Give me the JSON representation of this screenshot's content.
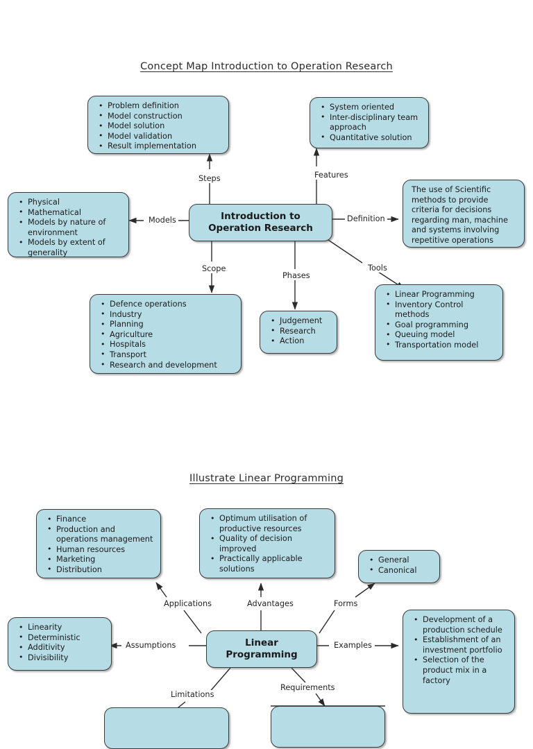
{
  "page": {
    "background": "#ffffff",
    "node_fill": "#b6dce5",
    "node_border": "#3a3a3a",
    "line_color": "#2a2a2a"
  },
  "diagram1": {
    "title": "Concept Map Introduction to Operation Research",
    "center": "Introduction to\nOperation Research",
    "center_line1": "Introduction to",
    "center_line2": "Operation Research",
    "edges": {
      "steps": "Steps",
      "features": "Features",
      "models": "Models",
      "definition": "Definition",
      "scope": "Scope",
      "phases": "Phases",
      "tools": "Tools"
    },
    "nodes": {
      "steps": {
        "items": [
          "Problem definition",
          "Model construction",
          "Model solution",
          "Model validation",
          "Result implementation"
        ]
      },
      "features": {
        "items": [
          "System oriented",
          "Inter-disciplinary team approach",
          "Quantitative solution"
        ]
      },
      "models": {
        "items": [
          "Physical",
          "Mathematical",
          "Models by nature of environment",
          "Models by extent of generality"
        ]
      },
      "definition": {
        "text": "The use of Scientific methods to provide criteria for decisions regarding man, machine and systems involving repetitive operations"
      },
      "scope": {
        "items": [
          "Defence operations",
          "Industry",
          "Planning",
          "Agriculture",
          "Hospitals",
          "Transport",
          "Research and development"
        ]
      },
      "phases": {
        "items": [
          "Judgement",
          "Research",
          "Action"
        ]
      },
      "tools": {
        "items": [
          "Linear Programming",
          "Inventory Control methods",
          "Goal programming",
          "Queuing model",
          "Transportation model"
        ]
      }
    }
  },
  "diagram2": {
    "title": "Illustrate Linear Programming",
    "center_line1": "Linear",
    "center_line2": "Programming",
    "edges": {
      "applications": "Applications",
      "advantages": "Advantages",
      "forms": "Forms",
      "assumptions": "Assumptions",
      "examples": "Examples",
      "limitations": "Limitations",
      "requirements": "Requirements"
    },
    "nodes": {
      "applications": {
        "items": [
          "Finance",
          "Production and operations management",
          "Human resources",
          "Marketing",
          "Distribution"
        ]
      },
      "advantages": {
        "items": [
          "Optimum utilisation of productive resources",
          "Quality of decision improved",
          "Practically applicable solutions"
        ]
      },
      "forms": {
        "items": [
          "General",
          "Canonical"
        ]
      },
      "assumptions": {
        "items": [
          "Linearity",
          "Deterministic",
          "Additivity",
          "Divisibility"
        ]
      },
      "examples": {
        "items": [
          "Development of a production schedule",
          "Establishment of an investment portfolio",
          "Selection of the product mix in a factory"
        ]
      }
    }
  }
}
